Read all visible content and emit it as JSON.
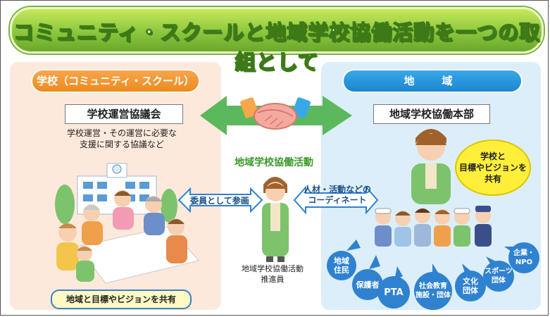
{
  "banner": {
    "title": "コミュニティ・スクールと地域学校協働活動を一つの取組として"
  },
  "school": {
    "header": "学校（コミュニティ・スクール）",
    "council": "学校運営協議会",
    "description": "学校運営・その運営に必要な\n支援に関する協議など",
    "share_label": "地域と目標やビジョンを共有"
  },
  "region": {
    "header": "地　域",
    "headquarters": "地域学校協働本部",
    "bubble": "学校と\n目標やビジョンを\n共有"
  },
  "center": {
    "collab_label": "地域学校協働活動",
    "committee_label": "委員として参画",
    "coord_label": "人材・活動などの\nコーディネート",
    "promoter_label": "地域学校協働活動\n推進員"
  },
  "groups": [
    {
      "label": "地域\n住民"
    },
    {
      "label": "保護者"
    },
    {
      "label": "PTA"
    },
    {
      "label": "社会教育\n施設・団体"
    },
    {
      "label": "文化\n団体"
    },
    {
      "label": "スポーツ\n団体"
    },
    {
      "label": "企業・\nNPO"
    }
  ],
  "colors": {
    "banner_green": "#8cc63f",
    "school_orange": "#ee8a1e",
    "region_blue": "#1a86d0",
    "arrow_green": "#5cb85c",
    "group_blue": "#2f82cf"
  }
}
